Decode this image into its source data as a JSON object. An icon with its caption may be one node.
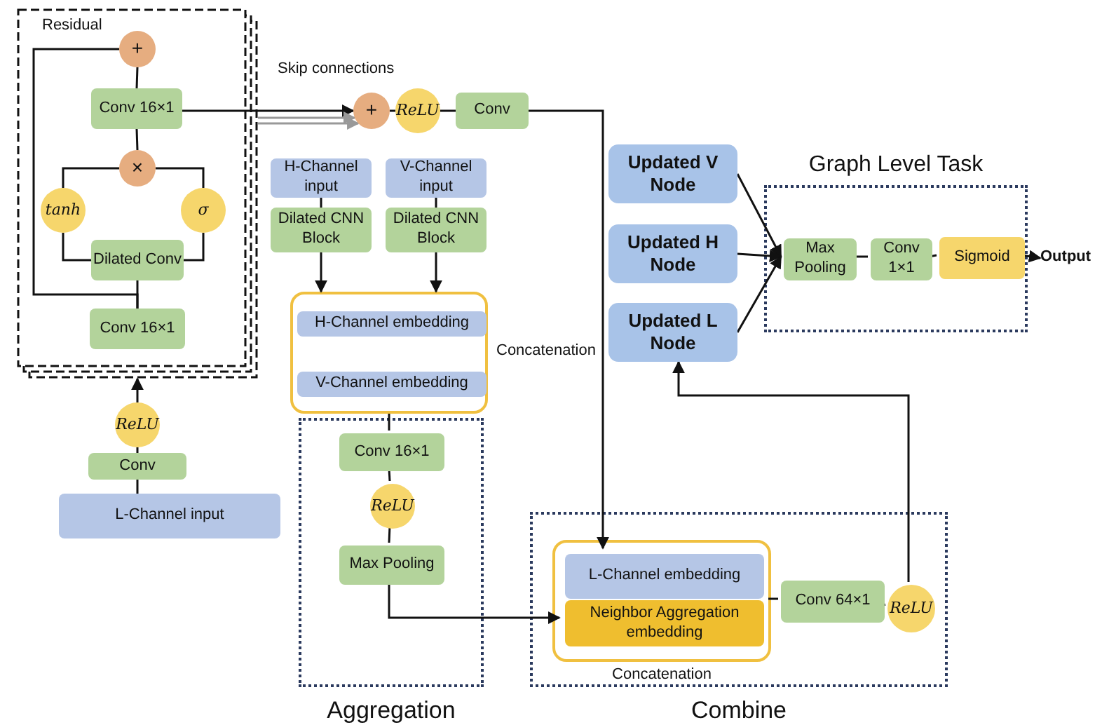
{
  "diagram": {
    "nodes": [
      {
        "text": [
          "Residual"
        ]
      },
      {
        "text": [
          "+"
        ],
        "in": 0
      },
      {
        "text": [
          "Conv 16×1"
        ],
        "in": 0
      },
      {
        "text": [
          "×"
        ],
        "in": 0
      },
      {
        "text": [
          "tanh"
        ],
        "in": 0
      },
      {
        "text": [
          "σ"
        ],
        "in": 0
      },
      {
        "text": [
          "Dilated Conv"
        ],
        "in": 0
      },
      {
        "text": [
          "Conv 16×1"
        ],
        "in": 0
      },
      {
        "text": [
          "ReLU"
        ]
      },
      {
        "text": [
          "Conv"
        ]
      },
      {
        "text": [
          "L-Channel input"
        ]
      },
      {
        "text": [
          "+"
        ]
      },
      {
        "text": [
          "ReLU"
        ]
      },
      {
        "text": [
          "Conv"
        ]
      },
      {
        "text": [
          "H-Channel input"
        ]
      },
      {
        "text": [
          "Dilated CNN Block"
        ]
      },
      {
        "text": [
          "V-Channel input"
        ]
      },
      {
        "text": [
          "Dilated CNN Block"
        ]
      },
      {
        "text": [
          "Concatenation"
        ]
      },
      {
        "text": [
          "H-Channel embedding"
        ],
        "in": 18
      },
      {
        "text": [
          "V-Channel embedding"
        ],
        "in": 18
      },
      {
        "text": [
          "Aggregation"
        ]
      },
      {
        "text": [
          "Conv 16×1"
        ],
        "in": 21
      },
      {
        "text": [
          "ReLU"
        ],
        "in": 21
      },
      {
        "text": [
          "Max Pooling"
        ],
        "in": 21
      },
      {
        "text": [
          "Combine"
        ]
      },
      {
        "text": [
          "Concatenation"
        ],
        "in": 25
      },
      {
        "text": [
          "L-Channel embedding"
        ],
        "in": 26
      },
      {
        "text": [
          "Neighbor Aggregation embedding"
        ],
        "in": 26
      },
      {
        "text": [
          "Conv 64×1"
        ],
        "in": 25
      },
      {
        "text": [
          "ReLU"
        ],
        "in": 25
      },
      {
        "text": [
          "Updated V Node"
        ]
      },
      {
        "text": [
          "Updated H Node"
        ]
      },
      {
        "text": [
          "Updated L Node"
        ]
      },
      {
        "text": [
          "Graph Level Task"
        ]
      },
      {
        "text": [
          "Max Pooling"
        ],
        "in": 34
      },
      {
        "text": [
          "Conv 1×1"
        ],
        "in": 34
      },
      {
        "text": [
          "Sigmoid"
        ],
        "in": 34
      },
      {
        "text": [
          "Output"
        ]
      }
    ],
    "edges": [
      {
        "from": 7,
        "to": 6,
        "arrow": "none"
      },
      {
        "from": 7,
        "to": 1,
        "arrow": "none"
      },
      {
        "from": 6,
        "to": 4,
        "arrow": "none"
      },
      {
        "from": 6,
        "to": 5,
        "arrow": "none"
      },
      {
        "from": 4,
        "to": 3,
        "arrow": "none"
      },
      {
        "from": 5,
        "to": 3,
        "arrow": "none"
      },
      {
        "from": 3,
        "to": 2,
        "arrow": "none"
      },
      {
        "from": 2,
        "to": 1,
        "arrow": "none"
      },
      {
        "from": 2,
        "to": 11,
        "arrow": "to"
      },
      {
        "from": 0,
        "to": 11,
        "arrow": "to",
        "color": "#999999"
      },
      {
        "from": 0,
        "to": 11,
        "arrow": "to",
        "color": "#999999"
      },
      {
        "from": 11,
        "to": 12,
        "arrow": "none"
      },
      {
        "from": 12,
        "to": 13,
        "arrow": "none"
      },
      {
        "from": 13,
        "to": 27,
        "arrow": "to"
      },
      {
        "from": 14,
        "to": 15,
        "arrow": "none"
      },
      {
        "from": 16,
        "to": 17,
        "arrow": "none"
      },
      {
        "from": 15,
        "to": 18,
        "arrow": "to"
      },
      {
        "from": 17,
        "to": 18,
        "arrow": "to"
      },
      {
        "from": 18,
        "to": 22,
        "arrow": "none"
      },
      {
        "from": 22,
        "to": 23,
        "arrow": "none"
      },
      {
        "from": 23,
        "to": 24,
        "arrow": "none"
      },
      {
        "from": 24,
        "to": 28,
        "arrow": "to"
      },
      {
        "from": 9,
        "to": 8,
        "arrow": "none"
      },
      {
        "from": 8,
        "to": 0,
        "arrow": "to"
      },
      {
        "from": 10,
        "to": 9,
        "arrow": "none"
      },
      {
        "from": 26,
        "to": 29,
        "arrow": "none"
      },
      {
        "from": 29,
        "to": 30,
        "arrow": "none"
      },
      {
        "from": 30,
        "to": 33,
        "arrow": "to"
      },
      {
        "from": 31,
        "to": 35,
        "arrow": "to"
      },
      {
        "from": 32,
        "to": 35,
        "arrow": "to"
      },
      {
        "from": 33,
        "to": 35,
        "arrow": "to"
      },
      {
        "from": 35,
        "to": 36,
        "arrow": "none"
      },
      {
        "from": 36,
        "to": 37,
        "arrow": "none"
      },
      {
        "from": 37,
        "to": 38,
        "arrow": "to"
      }
    ],
    "labels": [
      "Skip connections"
    ]
  }
}
